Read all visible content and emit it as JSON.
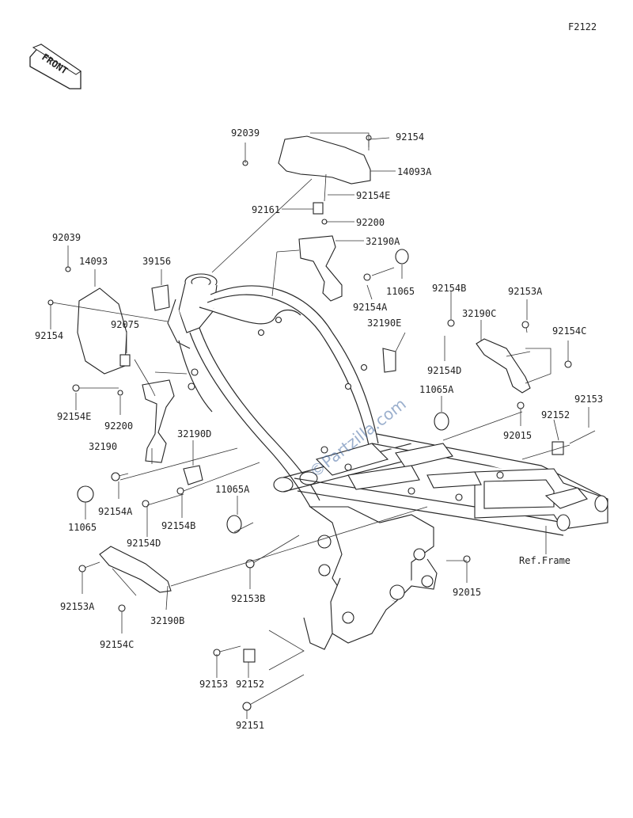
{
  "diagram_id": "F2122",
  "direction_label": "FRONT",
  "watermark": "©Partzilla.com",
  "reference_label": "Ref.Frame",
  "callouts": [
    "92039",
    "92154",
    "14093A",
    "92154E",
    "92161",
    "92200",
    "32190A",
    "11065",
    "92154A",
    "92154B",
    "32190E",
    "92154D",
    "32190C",
    "92153A",
    "92154C",
    "11065A",
    "92153",
    "92152",
    "92015",
    "92039",
    "14093",
    "39156",
    "92154",
    "92075",
    "92154E",
    "92200",
    "32190",
    "32190D",
    "11065",
    "92154A",
    "92154B",
    "92154D",
    "11065A",
    "92153A",
    "32190B",
    "92154C",
    "92153B",
    "92015",
    "92152",
    "92153",
    "92151"
  ]
}
